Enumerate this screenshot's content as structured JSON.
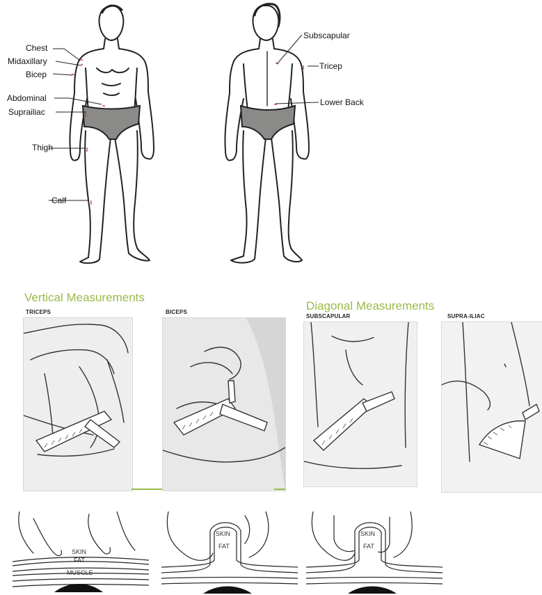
{
  "front_labels": {
    "chest": "Chest",
    "midaxillary": "Midaxillary",
    "bicep": "Bicep",
    "abdominal": "Abdominal",
    "suprailiac": "Suprailiac",
    "thigh": "Thigh",
    "calf": "Calf"
  },
  "back_labels": {
    "subscapular": "Subscapular",
    "tricep": "Tricep",
    "lower_back": "Lower Back"
  },
  "sections": {
    "vertical_title": "Vertical Measurements",
    "diagonal_title": "Diagonal Measurements"
  },
  "panels": {
    "triceps": "TRICEPS",
    "biceps": "BICEPS",
    "subscapular": "SUBSCAPULAR",
    "supra_iliac": "SUPRA-ILIAC"
  },
  "skinfold": {
    "d1_skin": "SKIN",
    "d1_fat": "FAT",
    "d1_muscle": "MUSCLE",
    "d2_skin": "SKIN",
    "d2_fat": "FAT",
    "d3_skin": "SKIN",
    "d3_fat": "FAT"
  },
  "colors": {
    "accent_green": "#9bbb4a",
    "shorts_gray": "#8a8a88",
    "line": "#222222",
    "leader_red": "#b03030"
  }
}
